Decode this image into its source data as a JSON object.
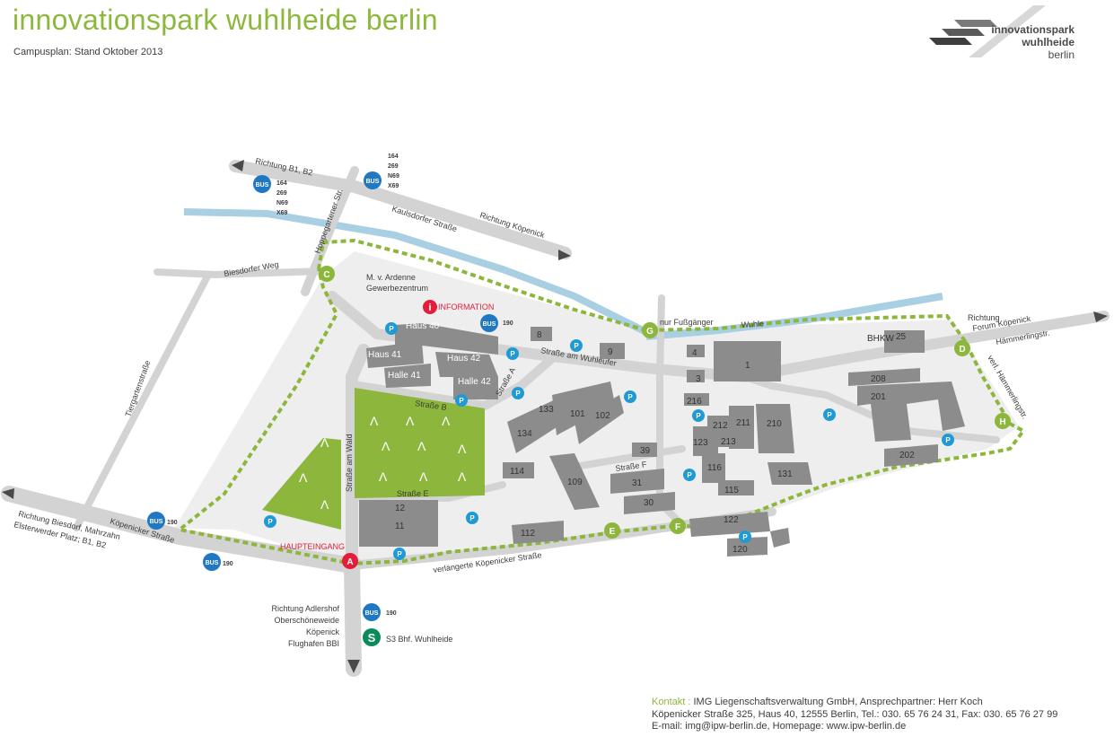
{
  "header": {
    "title": "innovationspark wuhlheide berlin",
    "subtitle": "Campusplan: Stand Oktober 2013"
  },
  "logo": {
    "line1": "innovationspark",
    "line2": "wuhlheide",
    "line3": "berlin"
  },
  "colors": {
    "brand_green": "#8cb83c",
    "building": "#8a8a8a",
    "road": "#d5d5d5",
    "water": "#a9cfe2",
    "campus_ground": "#ebebeb",
    "bus_blue": "#1f78c1",
    "info_red": "#e31e3a"
  },
  "map": {
    "streets": {
      "kaulsdorfer": "Kaulsdorfer Straße",
      "richtung_b1": "Richtung B1, B2",
      "richtung_koepenick_top": "Richtung Köpenick",
      "hoppegartener": "Hoppegartener Str.",
      "biesdorfer": "Biesdorfer Weg",
      "tierpark": "Tiergartenstraße",
      "strasse_am_wald": "Straße am Wald",
      "strasse_b": "Straße B",
      "strasse_a": "Straße A",
      "strasse_e": "Straße E",
      "strasse_f": "Straße F",
      "wuhleufer": "Straße am Wuhleufer",
      "wuhle": "Wuhle",
      "koepenicker": "Köpenicker Straße",
      "verl_koepenicker": "verlängerte Köpenicker Straße",
      "richtung_biesdorf": "Richtung Biesdorf, Mahrzahn",
      "elsterwerder": "Elsterwerder Platz; B1, B2",
      "richtung_forum_1": "Richtung",
      "richtung_forum_2": "Forum Köpenick",
      "hammerling": "Hämmerlingstr.",
      "verl_hammerling": "verl. Hämmerlingstr.",
      "nur_fussgaenger": "nur Fußgänger",
      "ardenne_1": "M. v. Ardenne",
      "ardenne_2": "Gewerbezentrum",
      "information": "INFORMATION",
      "haupteingang": "HAUPTEINGANG",
      "adlershof_1": "Richtung Adlershof",
      "adlershof_2": "Oberschöneweide",
      "adlershof_3": "Köpenick",
      "adlershof_4": "Flughafen BBI",
      "sbahn": "S3 Bhf. Wuhlheide"
    },
    "bus": {
      "label": "BUS",
      "line_190": "190",
      "lines_north": [
        "164",
        "269",
        "N69",
        "X69"
      ]
    },
    "gates": [
      "A",
      "C",
      "D",
      "E",
      "F",
      "G",
      "H"
    ],
    "parking_label": "P",
    "info_icon": "i",
    "sbahn_icon": "S",
    "buildings": {
      "haus40": "Haus 40",
      "haus41": "Haus 41",
      "halle41": "Halle 41",
      "haus42": "Haus 42",
      "halle42": "Halle 42",
      "b8": "8",
      "b9": "9",
      "b4": "4",
      "b3": "3",
      "b1": "1",
      "b216": "216",
      "b212": "212",
      "b211": "211",
      "b210": "210",
      "b123": "123",
      "b213": "213",
      "b116": "116",
      "b115": "115",
      "b131": "131",
      "bhkw": "BHKW",
      "b25": "25",
      "b208": "208",
      "b201": "201",
      "b202": "202",
      "b133": "133",
      "b101": "101",
      "b102": "102",
      "b134": "134",
      "b39": "39",
      "b114": "114",
      "b109": "109",
      "b31": "31",
      "b30": "30",
      "b12": "12",
      "b11": "11",
      "b112": "112",
      "b122": "122",
      "b120": "120"
    }
  },
  "contact": {
    "label": "Kontakt",
    "sep": ":",
    "line1": "IMG Liegenschaftsverwaltung GmbH,  Ansprechpartner: Herr Koch",
    "line2": "Köpenicker Straße 325, Haus 40, 12555 Berlin, Tel.:  030. 65 76 24 31, Fax: 030. 65 76 27 99",
    "line3": "E-mail: img@ipw-berlin.de, Homepage: www.ipw-berlin.de"
  }
}
